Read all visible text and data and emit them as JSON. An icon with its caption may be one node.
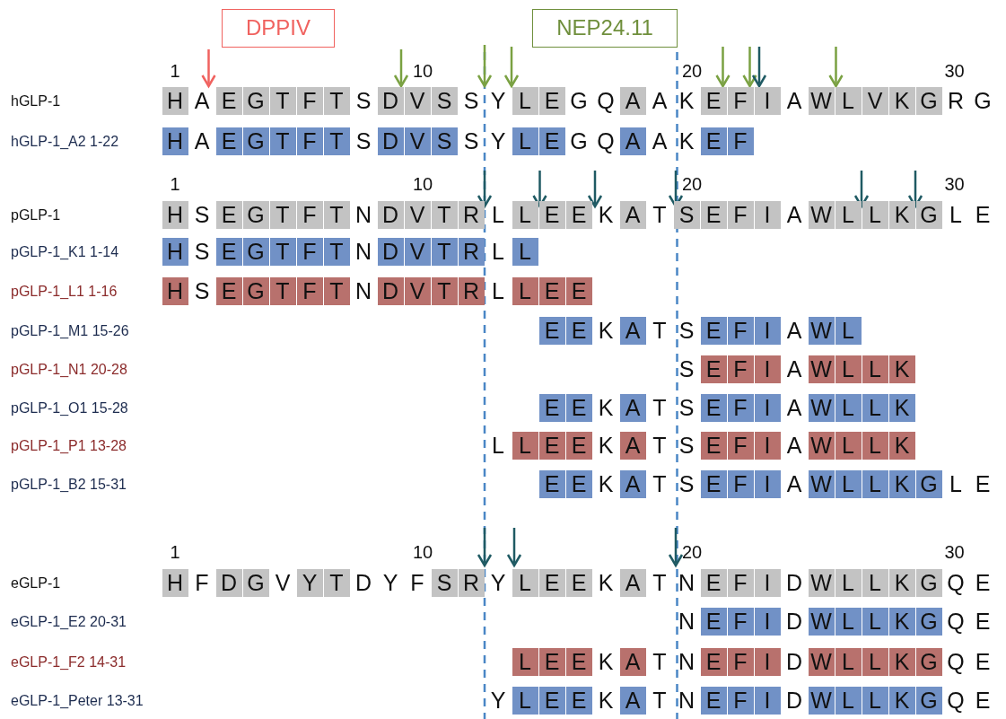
{
  "diagram": {
    "nodes": [
      {
        "text": [
          "DPPIV"
        ]
      },
      {
        "text": [
          "NEP24.11"
        ]
      }
    ],
    "labels": [
      "1",
      "10",
      "20",
      "30",
      "hGLP-1",
      "H",
      "A",
      "E",
      "G",
      "T",
      "F",
      "T",
      "S",
      "D",
      "V",
      "S",
      "S",
      "Y",
      "L",
      "E",
      "G",
      "Q",
      "A",
      "A",
      "K",
      "E",
      "F",
      "I",
      "A",
      "W",
      "L",
      "V",
      "K",
      "G",
      "R",
      "G",
      "hGLP-1_A2 1-22",
      "H",
      "A",
      "E",
      "G",
      "T",
      "F",
      "T",
      "S",
      "D",
      "V",
      "S",
      "S",
      "Y",
      "L",
      "E",
      "G",
      "Q",
      "A",
      "A",
      "K",
      "E",
      "F",
      "1",
      "10",
      "20",
      "30",
      "pGLP-1",
      "H",
      "S",
      "E",
      "G",
      "T",
      "F",
      "T",
      "N",
      "D",
      "V",
      "T",
      "R",
      "L",
      "L",
      "E",
      "E",
      "K",
      "A",
      "T",
      "S",
      "E",
      "F",
      "I",
      "A",
      "W",
      "L",
      "L",
      "K",
      "G",
      "L",
      "E",
      "pGLP-1_K1 1-14",
      "H",
      "S",
      "E",
      "G",
      "T",
      "F",
      "T",
      "N",
      "D",
      "V",
      "T",
      "R",
      "L",
      "L",
      "pGLP-1_L1 1-16",
      "H",
      "S",
      "E",
      "G",
      "T",
      "F",
      "T",
      "N",
      "D",
      "V",
      "T",
      "R",
      "L",
      "L",
      "E",
      "E",
      "pGLP-1_M1 15-26",
      "E",
      "E",
      "K",
      "A",
      "T",
      "S",
      "E",
      "F",
      "I",
      "A",
      "W",
      "L",
      "pGLP-1_N1 20-28",
      "S",
      "E",
      "F",
      "I",
      "A",
      "W",
      "L",
      "L",
      "K",
      "pGLP-1_O1 15-28",
      "E",
      "E",
      "K",
      "A",
      "T",
      "S",
      "E",
      "F",
      "I",
      "A",
      "W",
      "L",
      "L",
      "K",
      "pGLP-1_P1 13-28",
      "L",
      "L",
      "E",
      "E",
      "K",
      "A",
      "T",
      "S",
      "E",
      "F",
      "I",
      "A",
      "W",
      "L",
      "L",
      "K",
      "pGLP-1_B2 15-31",
      "E",
      "E",
      "K",
      "A",
      "T",
      "S",
      "E",
      "F",
      "I",
      "A",
      "W",
      "L",
      "L",
      "K",
      "G",
      "L",
      "E",
      "1",
      "10",
      "20",
      "30",
      "eGLP-1",
      "H",
      "F",
      "D",
      "G",
      "V",
      "Y",
      "T",
      "D",
      "Y",
      "F",
      "S",
      "R",
      "Y",
      "L",
      "E",
      "E",
      "K",
      "A",
      "T",
      "N",
      "E",
      "F",
      "I",
      "D",
      "W",
      "L",
      "L",
      "K",
      "G",
      "Q",
      "E",
      "eGLP-1_E2 20-31",
      "N",
      "E",
      "F",
      "I",
      "D",
      "W",
      "L",
      "L",
      "K",
      "G",
      "Q",
      "E",
      "eGLP-1_F2 14-31",
      "L",
      "E",
      "E",
      "K",
      "A",
      "T",
      "N",
      "E",
      "F",
      "I",
      "D",
      "W",
      "L",
      "L",
      "K",
      "G",
      "Q",
      "E",
      "eGLP-1_Peter 13-31",
      "Y",
      "L",
      "E",
      "E",
      "K",
      "A",
      "T",
      "N",
      "E",
      "F",
      "I",
      "D",
      "W",
      "L",
      "L",
      "K",
      "G",
      "Q",
      "E"
    ]
  }
}
